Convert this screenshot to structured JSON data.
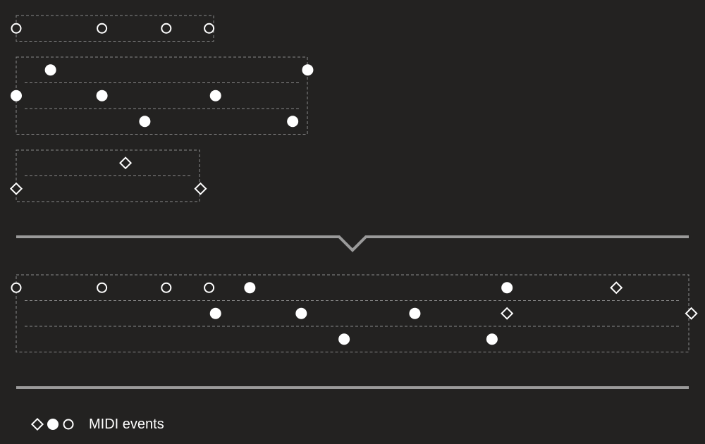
{
  "legend": {
    "label": "MIDI events",
    "symbols": [
      "diamond",
      "filled-circle",
      "hollow-circle"
    ]
  },
  "colors": {
    "background": "#232221",
    "marker": "#ffffff",
    "track_border": "#8a8a8a",
    "divider": "#9a9a9a"
  },
  "tracks": [
    {
      "id": "input-track-1",
      "lanes": 1,
      "events": [
        {
          "shape": "hollow-circle",
          "lane": 0,
          "time": 0
        },
        {
          "shape": "hollow-circle",
          "lane": 0,
          "time": 4
        },
        {
          "shape": "hollow-circle",
          "lane": 0,
          "time": 7
        },
        {
          "shape": "hollow-circle",
          "lane": 0,
          "time": 9
        }
      ]
    },
    {
      "id": "input-track-2",
      "lanes": 3,
      "events": [
        {
          "shape": "filled-circle",
          "lane": 0,
          "time": 1.6
        },
        {
          "shape": "filled-circle",
          "lane": 0,
          "time": 13.6
        },
        {
          "shape": "filled-circle",
          "lane": 1,
          "time": 0
        },
        {
          "shape": "filled-circle",
          "lane": 1,
          "time": 4
        },
        {
          "shape": "filled-circle",
          "lane": 1,
          "time": 9.3
        },
        {
          "shape": "filled-circle",
          "lane": 2,
          "time": 6
        },
        {
          "shape": "filled-circle",
          "lane": 2,
          "time": 12.9
        }
      ]
    },
    {
      "id": "input-track-3",
      "lanes": 2,
      "events": [
        {
          "shape": "diamond",
          "lane": 0,
          "time": 5.1
        },
        {
          "shape": "diamond",
          "lane": 1,
          "time": 0
        },
        {
          "shape": "diamond",
          "lane": 1,
          "time": 8.6
        }
      ]
    },
    {
      "id": "merged-track",
      "lanes": 3,
      "events": [
        {
          "shape": "hollow-circle",
          "lane": 0,
          "time": 0
        },
        {
          "shape": "hollow-circle",
          "lane": 0,
          "time": 4
        },
        {
          "shape": "hollow-circle",
          "lane": 0,
          "time": 7
        },
        {
          "shape": "hollow-circle",
          "lane": 0,
          "time": 9
        },
        {
          "shape": "filled-circle",
          "lane": 0,
          "time": 10.9
        },
        {
          "shape": "filled-circle",
          "lane": 0,
          "time": 22.9
        },
        {
          "shape": "diamond",
          "lane": 0,
          "time": 28
        },
        {
          "shape": "filled-circle",
          "lane": 1,
          "time": 9.3
        },
        {
          "shape": "filled-circle",
          "lane": 1,
          "time": 13.3
        },
        {
          "shape": "filled-circle",
          "lane": 1,
          "time": 18.6
        },
        {
          "shape": "diamond",
          "lane": 1,
          "time": 22.9
        },
        {
          "shape": "diamond",
          "lane": 1,
          "time": 31.5
        },
        {
          "shape": "filled-circle",
          "lane": 2,
          "time": 15.3
        },
        {
          "shape": "filled-circle",
          "lane": 2,
          "time": 22.2
        }
      ]
    }
  ]
}
